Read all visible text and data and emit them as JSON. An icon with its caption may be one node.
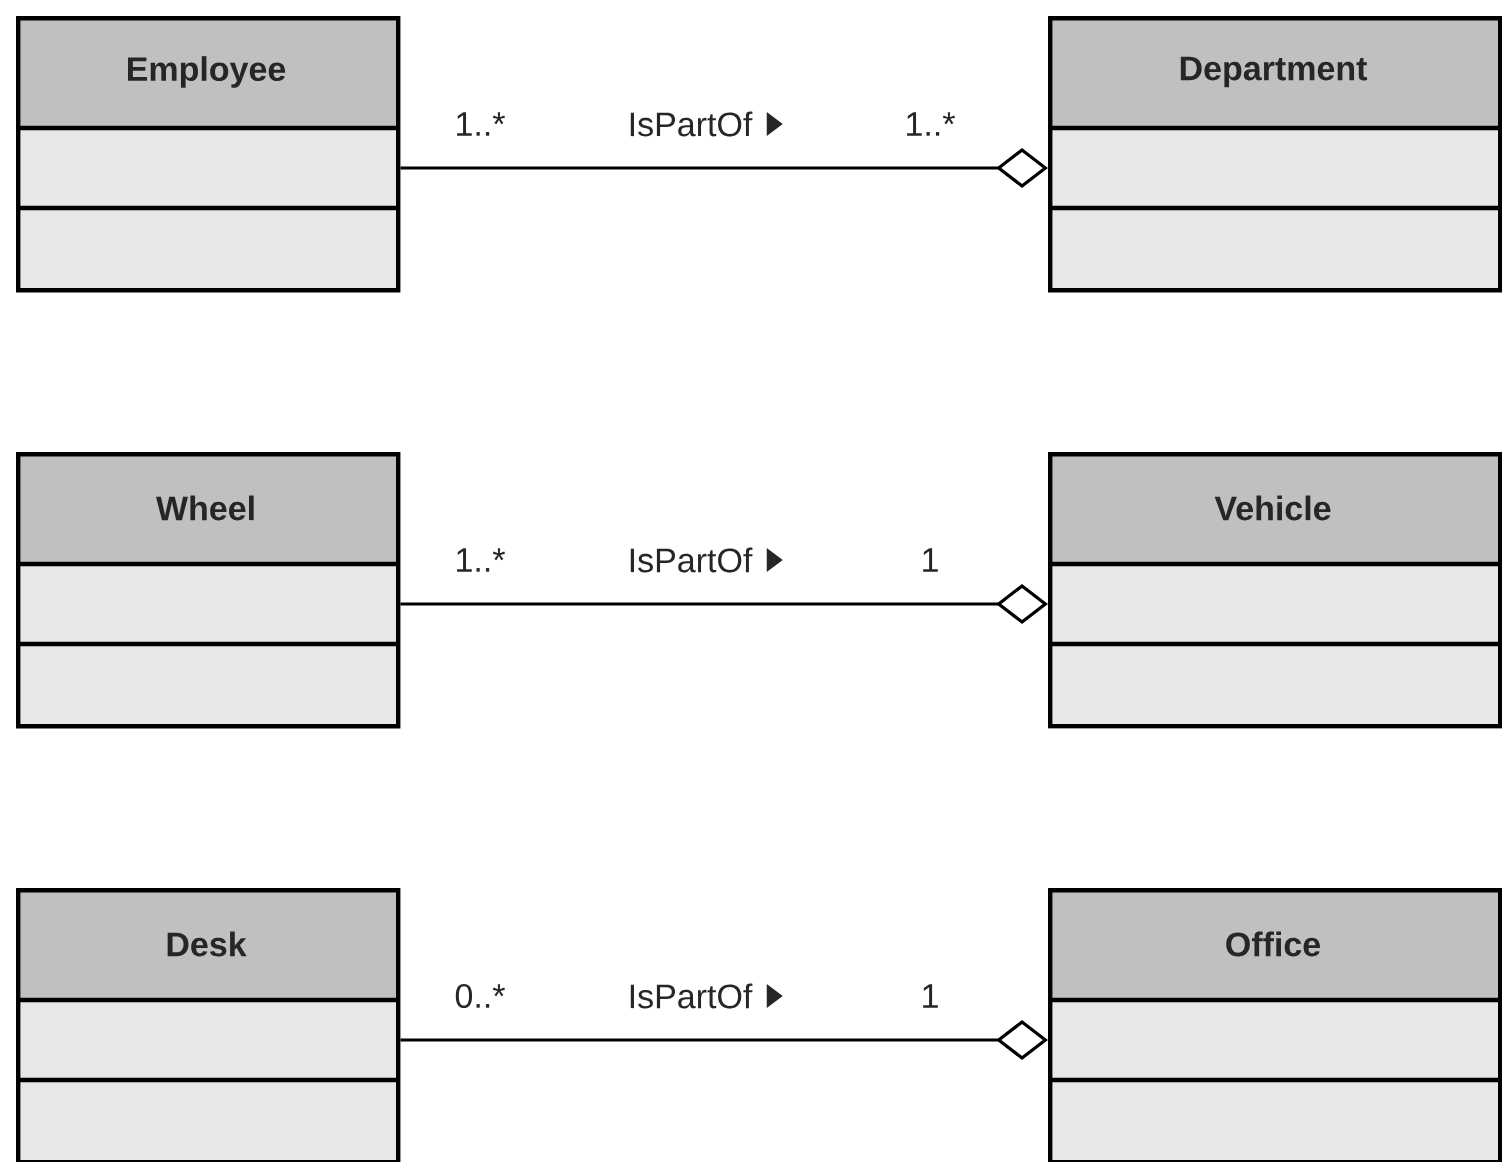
{
  "diagram": {
    "nodes": [
      {
        "text": [
          "Employee"
        ]
      },
      {
        "text": [
          "Department"
        ]
      },
      {
        "text": [
          "Wheel"
        ]
      },
      {
        "text": [
          "Vehicle"
        ]
      },
      {
        "text": [
          "Desk"
        ]
      },
      {
        "text": [
          "Office"
        ]
      }
    ],
    "edges": [
      {
        "from": 0,
        "to": 1,
        "arrow": "other",
        "label": "IsPartOf"
      },
      {
        "from": 2,
        "to": 3,
        "arrow": "other",
        "label": "IsPartOf"
      },
      {
        "from": 4,
        "to": 5,
        "arrow": "other",
        "label": "IsPartOf"
      }
    ],
    "labels": [
      "1..*",
      "1..*",
      "1..*",
      "1",
      "0..*",
      "1"
    ]
  }
}
